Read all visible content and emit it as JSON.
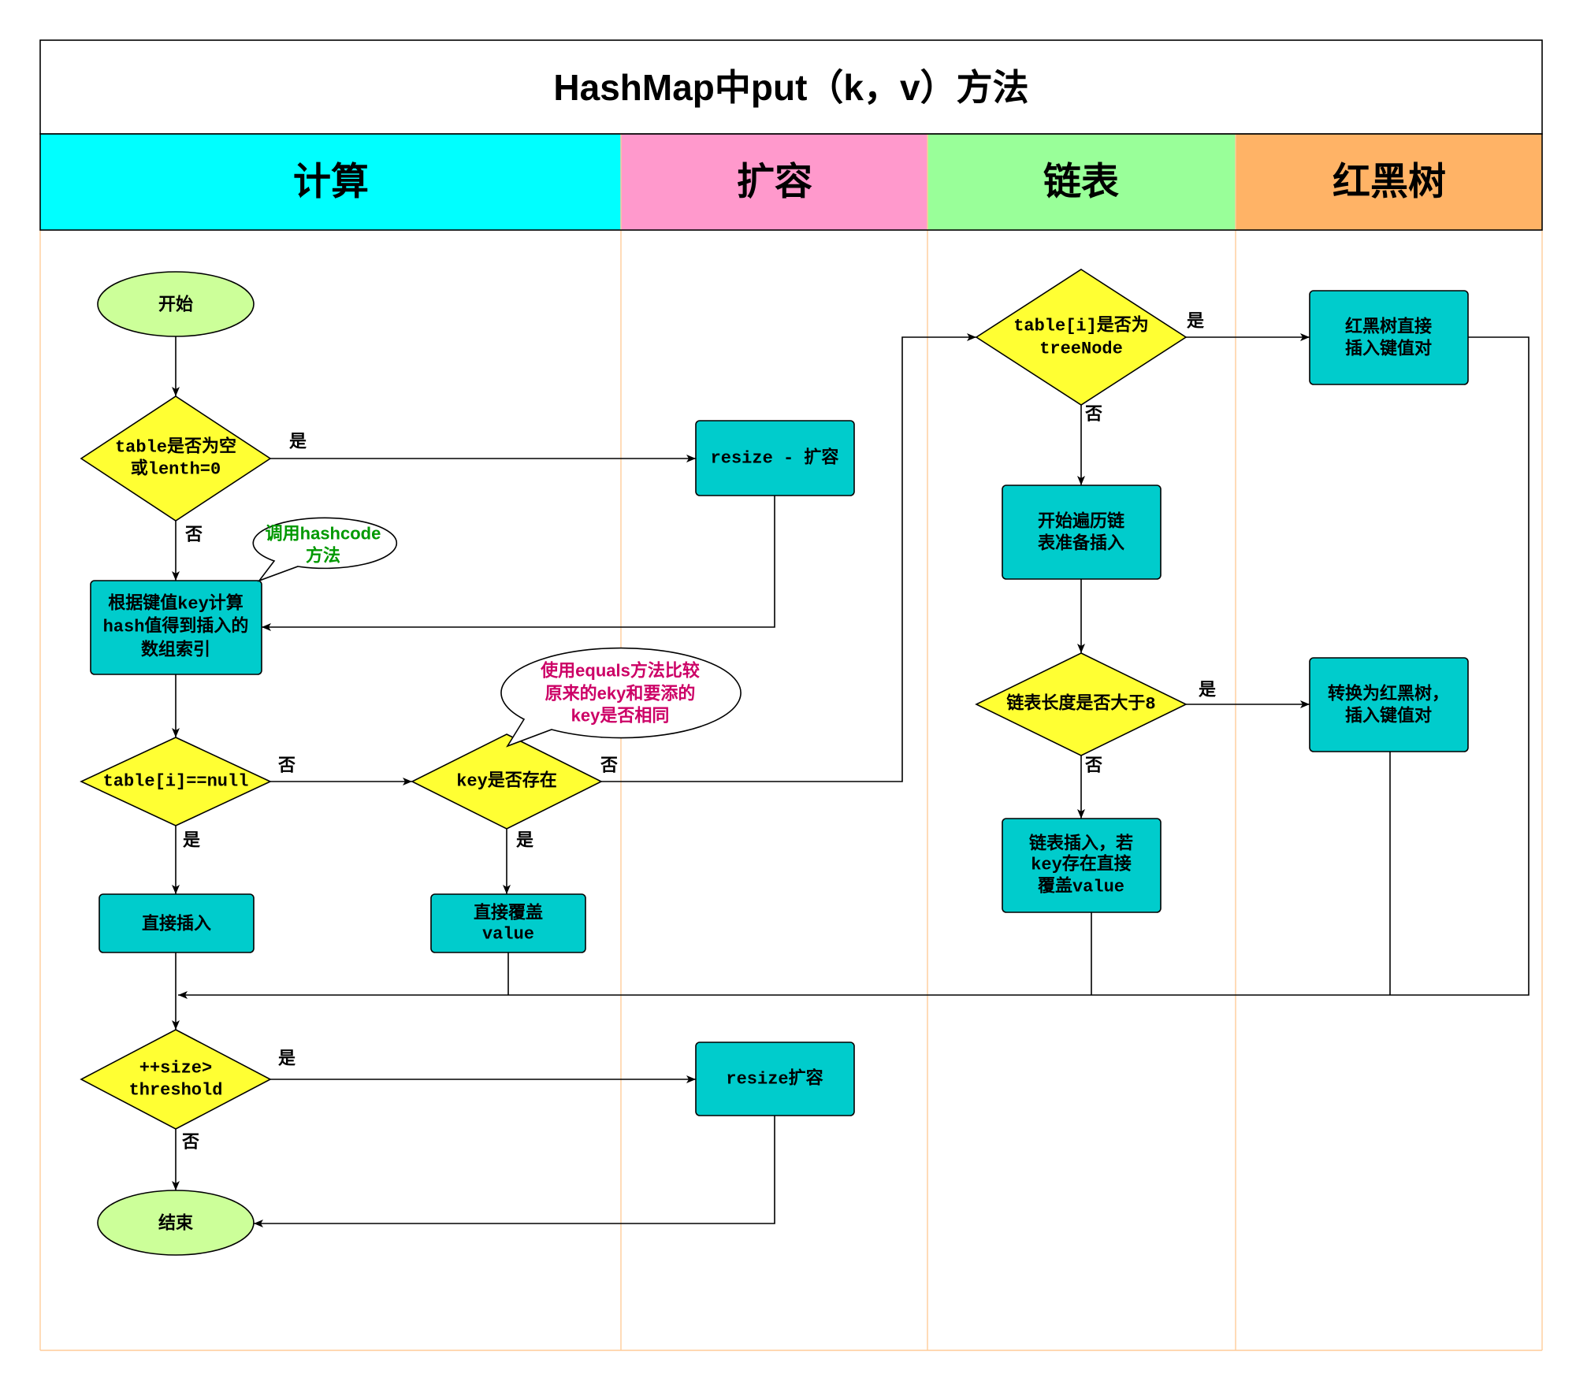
{
  "title": "HashMap中put（k，v）方法",
  "lanes": [
    {
      "label": "计算",
      "color": "#00FFFF"
    },
    {
      "label": "扩容",
      "color": "#FF99CC"
    },
    {
      "label": "链表",
      "color": "#99FF99"
    },
    {
      "label": "红黑树",
      "color": "#FFB366"
    }
  ],
  "colors": {
    "title_band": "#CCCCFF",
    "terminal": "#CCFF99",
    "decision": "#FFFF33",
    "process": "#00CCCC",
    "lane_border": "#FFCC99",
    "note_hashcode_text": "#009900",
    "note_equals_text": "#CC0066"
  },
  "nodes": {
    "start": {
      "lines": [
        "开始"
      ]
    },
    "check_table_empty": {
      "lines": [
        "table是否为空",
        "或lenth=0"
      ]
    },
    "resize_initial": {
      "lines": [
        "resize - 扩容"
      ]
    },
    "compute_index": {
      "lines": [
        "根据键值key计算",
        "hash值得到插入的",
        "数组索引"
      ]
    },
    "check_slot_null": {
      "lines": [
        "table[i]==null"
      ]
    },
    "check_key_exists": {
      "lines": [
        "key是否存在"
      ]
    },
    "insert_direct": {
      "lines": [
        "直接插入"
      ]
    },
    "overwrite_value": {
      "lines": [
        "直接覆盖",
        "value"
      ]
    },
    "check_size_threshold": {
      "lines": [
        "++size>",
        "threshold"
      ]
    },
    "resize_final": {
      "lines": [
        "resize扩容"
      ]
    },
    "end": {
      "lines": [
        "结束"
      ]
    },
    "check_tree_node": {
      "lines": [
        "table[i]是否为",
        "treeNode"
      ]
    },
    "tree_insert": {
      "lines": [
        "红黑树直接",
        "插入键值对"
      ]
    },
    "traverse_list": {
      "lines": [
        "开始遍历链",
        "表准备插入"
      ]
    },
    "check_list_length": {
      "lines": [
        "链表长度是否大于8"
      ]
    },
    "convert_to_tree": {
      "lines": [
        "转换为红黑树，",
        "插入键值对"
      ]
    },
    "list_insert": {
      "lines": [
        "链表插入，若",
        "key存在直接",
        "覆盖value"
      ]
    }
  },
  "notes": {
    "hashcode": {
      "lines": [
        "调用hashcode",
        "方法"
      ]
    },
    "equals": {
      "lines": [
        "使用equals方法比较",
        "原来的eky和要添的",
        "key是否相同"
      ]
    }
  },
  "edge_labels": {
    "empty_yes": "是",
    "empty_no": "否",
    "slot_null_no": "否",
    "slot_null_yes": "是",
    "key_exists_yes": "是",
    "key_exists_no": "否",
    "tree_node_yes": "是",
    "tree_node_no": "否",
    "list_length_yes": "是",
    "list_length_no": "否",
    "threshold_yes": "是",
    "threshold_no": "否"
  }
}
